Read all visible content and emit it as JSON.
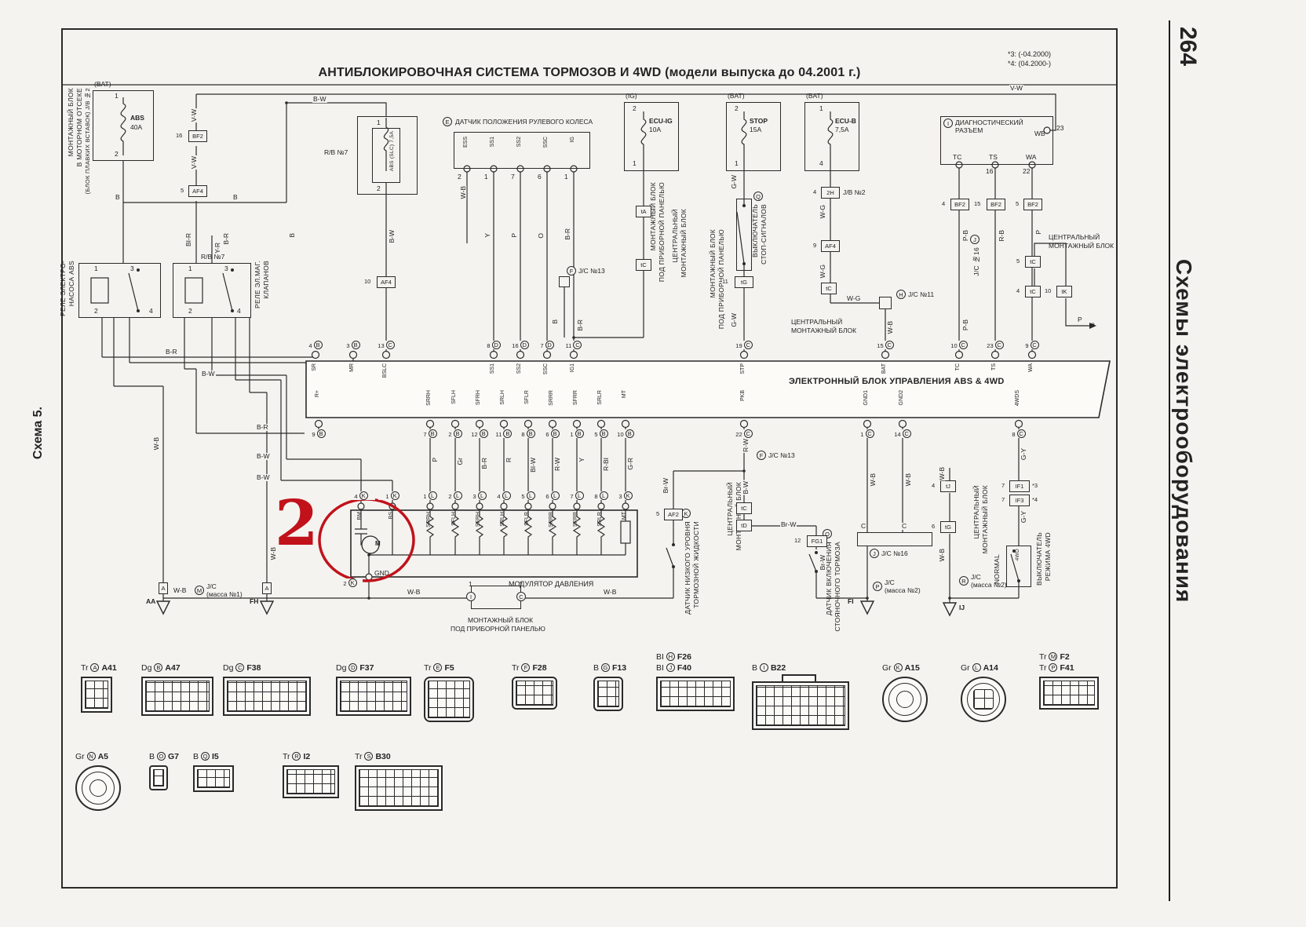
{
  "page": {
    "number": "264",
    "margin_title": "Схемы электрооборудования",
    "scheme_label": "Схема 5.",
    "title": "АНТИБЛОКИРОВОЧНАЯ СИСТЕМА ТОРМОЗОВ И 4WD (модели выпуска до 04.2001 г.)",
    "note3": "*3: (-04.2000)",
    "note4": "*4: (04.2000-)",
    "star3": "*3",
    "star4": "*4"
  },
  "colors": {
    "annotation_red": "#c1121c",
    "ink": "#232323",
    "paper": "#f5f3ef"
  },
  "engine_block": {
    "l1": "МОНТАЖНЫЙ БЛОК",
    "l2": "В МОТОРНОМ ОТСЕКЕ",
    "l3": "(БЛОК ПЛАВКИХ ВСТАВОК) J/B №2"
  },
  "fuses": {
    "abs": {
      "tag": "(BAT)",
      "name": "ABS",
      "amp": "40A"
    },
    "slc": {
      "name": "ABS (SLC) 7,5A"
    },
    "ecuig": {
      "tag": "(IG)",
      "name": "ECU-IG",
      "amp": "10A"
    },
    "stop": {
      "tag": "(BAT)",
      "name": "STOP",
      "amp": "15A"
    },
    "ecub": {
      "tag": "(BAT)",
      "name": "ECU-B",
      "amp": "7,5A"
    }
  },
  "blocks": {
    "rb7": "R/B №7",
    "jb2": "J/B №2"
  },
  "steering": {
    "letter": "E",
    "label": "ДАТЧИК ПОЛОЖЕНИЯ РУЛЕВОГО КОЛЕСА",
    "pins": [
      "ESS",
      "SS1",
      "SS2",
      "SSC",
      "IG"
    ],
    "nums": [
      "2",
      "1",
      "7",
      "6",
      "1"
    ]
  },
  "diag": {
    "letter": "I",
    "l1": "ДИАГНОСТИЧЕСКИЙ",
    "l2": "РАЗЪЕМ",
    "wb": "WB",
    "wb_num": "23",
    "pins": [
      "TC",
      "TS",
      "WA"
    ],
    "pin_nums": [
      "",
      "16",
      "22"
    ]
  },
  "relays": {
    "pump1": "РЕЛЕ ЭЛЕКТРО-",
    "pump2": "НАСОСА ABS",
    "valve1": "РЕЛЕ ЭЛ.МАГ.",
    "valve2": "КЛАПАНОВ"
  },
  "ecu": {
    "label": "ЭЛЕКТРОННЫЙ БЛОК УПРАВЛЕНИЯ ABS & 4WD",
    "top": [
      {
        "n": "4",
        "g": "B",
        "p": "SR"
      },
      {
        "n": "3",
        "g": "B",
        "p": "MR"
      },
      {
        "n": "13",
        "g": "C",
        "p": "BSLC"
      },
      {
        "n": "8",
        "g": "D",
        "p": "SS1"
      },
      {
        "n": "16",
        "g": "D",
        "p": "SS2"
      },
      {
        "n": "7",
        "g": "D",
        "p": "SSC"
      },
      {
        "n": "11",
        "g": "C",
        "p": "IG1"
      },
      {
        "n": "19",
        "g": "C",
        "p": "STP"
      },
      {
        "n": "15",
        "g": "C",
        "p": "BAT"
      },
      {
        "n": "10",
        "g": "C",
        "p": "TC"
      },
      {
        "n": "23",
        "g": "C",
        "p": "TS"
      },
      {
        "n": "9",
        "g": "C",
        "p": "WA"
      }
    ],
    "bottom": [
      {
        "n": "9",
        "g": "B",
        "p": "R+"
      },
      {
        "n": "7",
        "g": "B",
        "p": "SRRH"
      },
      {
        "n": "2",
        "g": "B",
        "p": "SFLH"
      },
      {
        "n": "12",
        "g": "B",
        "p": "SFRH"
      },
      {
        "n": "11",
        "g": "B",
        "p": "SRLH"
      },
      {
        "n": "8",
        "g": "B",
        "p": "SFLR"
      },
      {
        "n": "6",
        "g": "B",
        "p": "SRRR"
      },
      {
        "n": "1",
        "g": "B",
        "p": "SFRR"
      },
      {
        "n": "5",
        "g": "B",
        "p": "SRLR"
      },
      {
        "n": "10",
        "g": "B",
        "p": "MT"
      },
      {
        "n": "22",
        "g": "C",
        "p": "PKB"
      },
      {
        "n": "1",
        "g": "C",
        "p": "GND1"
      },
      {
        "n": "14",
        "g": "C",
        "p": "GND2"
      },
      {
        "n": "8",
        "g": "C",
        "p": "4WDS"
      }
    ]
  },
  "modulator": {
    "label": "МОДУЛЯТОР ДАВЛЕНИЯ",
    "motor": "M",
    "pins": [
      {
        "n": "4",
        "g": "K",
        "p": "BM"
      },
      {
        "n": "1",
        "g": "K",
        "p": "BS"
      },
      {
        "n": "1",
        "g": "L",
        "p": "SRRH"
      },
      {
        "n": "2",
        "g": "L",
        "p": "SFLH"
      },
      {
        "n": "3",
        "g": "L",
        "p": "SFRH"
      },
      {
        "n": "4",
        "g": "L",
        "p": "SRLH"
      },
      {
        "n": "5",
        "g": "L",
        "p": "SFLR"
      },
      {
        "n": "6",
        "g": "L",
        "p": "SRRR"
      },
      {
        "n": "7",
        "g": "L",
        "p": "SFRR"
      },
      {
        "n": "8",
        "g": "L",
        "p": "SRLR"
      },
      {
        "n": "3",
        "g": "K",
        "p": "MT"
      }
    ],
    "gnd": {
      "n": "2",
      "g": "K",
      "p": "GND"
    }
  },
  "labels": {
    "central1": "ЦЕНТРАЛЬНЫЙ",
    "central2": "МОНТАЖНЫЙ БЛОК",
    "underdash1": "МОНТАЖНЫЙ БЛОК",
    "underdash2": "ПОД ПРИБОРНОЙ ПАНЕЛЬЮ",
    "stop1": "ВЫКЛЮЧАТЕЛЬ",
    "stop2": "СТОП-СИГНАЛОВ",
    "fluid1": "ДАТЧИК НИЗКОГО УРОВНЯ",
    "fluid2": "ТОРМОЗНОЙ ЖИДКОСТИ",
    "park1": "ДАТЧИК ВКЛЮЧЕНИЯ",
    "park2": "СТОЯНОЧНОГО ТОРМОЗА",
    "mode1": "ВЫКЛЮЧАТЕЛЬ",
    "mode2": "РЕЖИМА 4WD",
    "normal": "NORMAL",
    "fourwd": "4WD",
    "jc13": "J/C №13",
    "jc11": "J/C №11",
    "jc16": "J/C №16",
    "jc": "J/C",
    "mass1": "(масса №1)",
    "mass2": "(масса №2)",
    "arrow_a": "a"
  },
  "grounds": {
    "aa": "AA",
    "fh": "FH",
    "fi": "FI",
    "ij": "IJ"
  },
  "letters": {
    "e": "E",
    "f": "F",
    "h": "H",
    "i": "I",
    "j": "J",
    "k": "K",
    "m": "M",
    "o": "O",
    "p": "P",
    "q": "Q",
    "r": "R",
    "c": "C"
  },
  "wires": {
    "bw": "B-W",
    "vw": "V-W",
    "b": "B",
    "yr": "Y-R",
    "bir": "BI-R",
    "br": "B-R",
    "wb": "W-B",
    "y": "Y",
    "p": "P",
    "o": "O",
    "gw": "G-W",
    "wg": "W-G",
    "pb": "P-B",
    "rb": "R-B",
    "gr": "Gr",
    "g_r": "G-R",
    "r": "R",
    "biw": "BI-W",
    "rw": "R-W",
    "rbi": "R-BI",
    "brw": "Br-W",
    "gy": "G-Y",
    "c": "C"
  },
  "chips": {
    "bf2": "BF2",
    "af4": "AF4",
    "af2": "AF2",
    "fg1": "FG1",
    "if1": "IF1",
    "if3": "IF3",
    "ta": "tA",
    "tc": "tC",
    "td": "tD",
    "tg": "tG",
    "tj": "tJ",
    "tk": "tK",
    "h2": "2H",
    "a": "A"
  },
  "nums": {
    "n1": "1",
    "n2": "2",
    "n3": "3",
    "n4": "4",
    "n5": "5",
    "n6": "6",
    "n7": "7",
    "n9": "9",
    "n10": "10",
    "n11": "11",
    "n12": "12",
    "n15": "15",
    "n16": "16"
  },
  "gallery1": [
    {
      "p": "Tr",
      "l": "A",
      "c": "A41"
    },
    {
      "p": "Dg",
      "l": "B",
      "c": "A47"
    },
    {
      "p": "Dg",
      "l": "C",
      "c": "F38"
    },
    {
      "p": "Dg",
      "l": "D",
      "c": "F37"
    },
    {
      "p": "Tr",
      "l": "E",
      "c": "F5"
    },
    {
      "p": "Tr",
      "l": "F",
      "c": "F28"
    },
    {
      "p": "B",
      "l": "G",
      "c": "F13"
    },
    {
      "p": "BI",
      "l": "H",
      "c": "F26",
      "p2": "BI",
      "l2": "J",
      "c2": "F40"
    },
    {
      "p": "B",
      "l": "I",
      "c": "B22"
    },
    {
      "p": "Gr",
      "l": "K",
      "c": "A15"
    },
    {
      "p": "Gr",
      "l": "L",
      "c": "A14"
    },
    {
      "p": "Tr",
      "l": "M",
      "c": "F2",
      "p2": "Tr",
      "l2": "P",
      "c2": "F41"
    }
  ],
  "gallery2": [
    {
      "p": "Gr",
      "l": "N",
      "c": "A5"
    },
    {
      "p": "B",
      "l": "O",
      "c": "G7"
    },
    {
      "p": "B",
      "l": "Q",
      "c": "I5"
    },
    {
      "p": "Tr",
      "l": "R",
      "c": "I2"
    },
    {
      "p": "Tr",
      "l": "S",
      "c": "B30"
    }
  ],
  "annotation": {
    "figure": "2"
  }
}
